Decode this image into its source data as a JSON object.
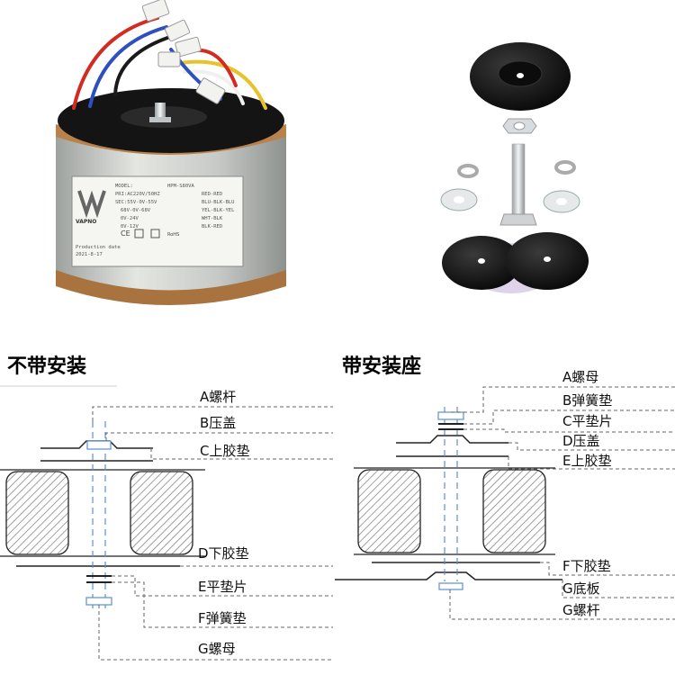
{
  "photo": {
    "plate": {
      "lines": [
        "MODEL:",
        "HPM-S80VA",
        "PRI:AC220V/50HZ",
        "RED-RED",
        "SEC:55V-0V-55V",
        "BLU-BLK-BLU",
        "68V-0V-68V",
        "YEL-BLK-YEL",
        "0V-24V",
        "WHT-BLK",
        "0V-12V",
        "BLK-RED"
      ],
      "brand": "VAPNO",
      "cert_marks": [
        "CE",
        "RoHS"
      ],
      "footer": "Production date",
      "date": "2021-8-17"
    },
    "colors": {
      "steel": "#c9ccc8",
      "copper": "#b9824c",
      "disc": "#151515",
      "wires": [
        "#d22b22",
        "#2d4fbf",
        "#e8c22a",
        "#f0f0f0",
        "#1a1a1a"
      ]
    }
  },
  "diagrams": {
    "left": {
      "title": "不带安装",
      "labels": [
        "A螺杆",
        "B压盖",
        "C上胶垫",
        "D下胶垫",
        "E平垫片",
        "F弹簧垫",
        "G螺母"
      ]
    },
    "right": {
      "title": "带安装座",
      "labels": [
        "A螺母",
        "B弹簧垫",
        "C平垫片",
        "D压盖",
        "E上胶垫",
        "F下胶垫",
        "G底板",
        "G螺杆"
      ]
    }
  },
  "colors": {
    "bolt": "#5b8fd0",
    "hatch": "#777777",
    "lead": "#666666"
  }
}
